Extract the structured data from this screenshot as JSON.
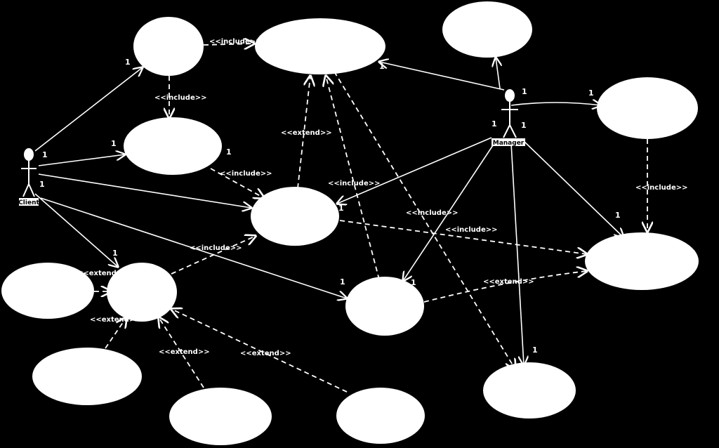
{
  "actors": [
    {
      "id": "client",
      "name": "Client"
    },
    {
      "id": "manager",
      "name": "Manager"
    }
  ],
  "use_cases": [
    {
      "id": "uc1",
      "label": ""
    },
    {
      "id": "uc2",
      "label": ""
    },
    {
      "id": "uc3",
      "label": ""
    },
    {
      "id": "uc4",
      "label": ""
    },
    {
      "id": "uc5",
      "label": ""
    },
    {
      "id": "uc6",
      "label": ""
    },
    {
      "id": "uc7",
      "label": ""
    },
    {
      "id": "uc8",
      "label": ""
    },
    {
      "id": "uc9",
      "label": ""
    },
    {
      "id": "uc10",
      "label": ""
    },
    {
      "id": "uc11",
      "label": ""
    },
    {
      "id": "uc12",
      "label": ""
    },
    {
      "id": "uc13",
      "label": ""
    },
    {
      "id": "uc14",
      "label": ""
    },
    {
      "id": "uc15",
      "label": ""
    }
  ],
  "stereotypes": {
    "include": "<<include>>",
    "extend": "<<extend>>"
  },
  "multiplicity": "1",
  "colors": {
    "background": "#000000",
    "foreground": "#ffffff"
  }
}
